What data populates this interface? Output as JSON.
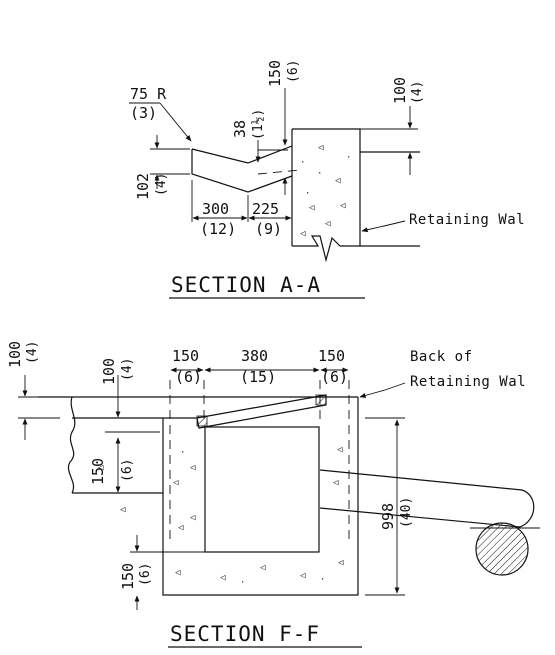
{
  "section_a": {
    "title": "SECTION A-A",
    "radius_label": "75 R",
    "radius_label_in": "(3)",
    "dim_38": "38",
    "dim_38_in": "(1½)",
    "dim_150": "150",
    "dim_150_in": "(6)",
    "dim_100": "100",
    "dim_100_in": "(4)",
    "dim_102": "102",
    "dim_102_in": "(4)",
    "dim_300": "300",
    "dim_300_in": "(12)",
    "dim_225": "225",
    "dim_225_in": "(9)",
    "note_wall": "Retaining Wal"
  },
  "section_f": {
    "title": "SECTION F-F",
    "dim_top_100": "100",
    "dim_top_100_in": "(4)",
    "dim_inner_100": "100",
    "dim_inner_100_in": "(4)",
    "dim_150_left": "150",
    "dim_150_left_in": "(6)",
    "dim_380": "380",
    "dim_380_in": "(15)",
    "dim_150_right": "150",
    "dim_150_right_in": "(6)",
    "dim_150_slab": "150",
    "dim_150_slab_in": "(6)",
    "dim_998": "998",
    "dim_998_in": "(40)",
    "dim_150_base": "150",
    "dim_150_base_in": "(6)",
    "note_back_1": "Back of",
    "note_back_2": "Retaining Wal"
  }
}
